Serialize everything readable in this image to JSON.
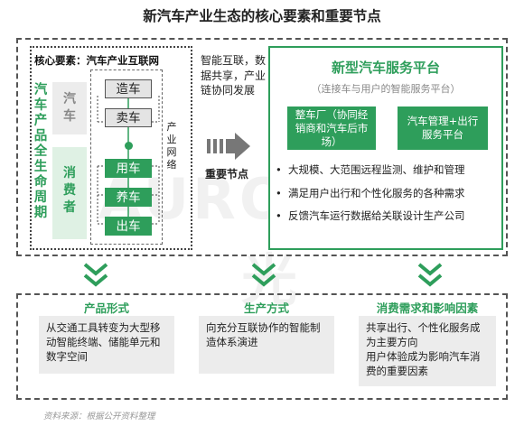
{
  "title": "新汽车产业生态的核心要素和重要节点",
  "core_elements_label": "核心要素：汽车产业互联网",
  "lifecycle_label": "汽车产品全生命周期",
  "group_car": "汽车",
  "group_consumer": "消费者",
  "nodes": {
    "make": "造车",
    "sell": "卖车",
    "use": "用车",
    "maintain": "养车",
    "exit": "出车"
  },
  "network_label": "产业网络",
  "middle_text": "智能互联，数据共享，产业链协同发展",
  "key_node_label": "重要节点",
  "platform": {
    "title": "新型汽车服务平台",
    "subtitle": "（连接车与用户的智能服务平台）",
    "box1": "整车厂（协同经销商和汽车后市场）",
    "box2": "汽车管理+出行服务平台",
    "bullets": [
      "大规模、大范围远程监测、维护和管理",
      "满足用户出行和个性化服务的各种需求",
      "反馈汽车运行数据给关联设计生产公司"
    ]
  },
  "columns": [
    {
      "title": "产品形式",
      "lines": [
        "从交通工具转变为大型移动智能终端、储能单元和数字空间"
      ]
    },
    {
      "title": "生产方式",
      "lines": [
        "向充分互联协作的智能制造体系演进"
      ]
    },
    {
      "title": "消费需求和影响因素",
      "lines": [
        "共享出行、个性化服务成为主要方向",
        "用户体验成为影响汽车消费的重要因素"
      ]
    }
  ],
  "source": "资料来源：根据公开资料整理",
  "watermark": "AURORA极光",
  "colors": {
    "accent": "#2e9e5b",
    "grey_box": "#ececec",
    "text": "#222222"
  }
}
